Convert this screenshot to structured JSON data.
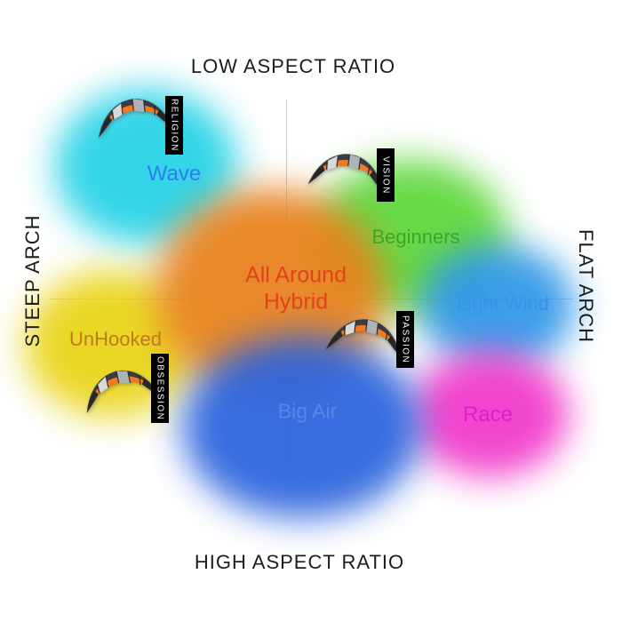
{
  "background": "#ffffff",
  "diagram": {
    "axis_top": "LOW ASPECT RATIO",
    "axis_bottom": "HIGH ASPECT RATIO",
    "axis_left": "STEEP ARCH",
    "axis_right": "FLAT ARCH",
    "axis_line_color": "#c9c9c9"
  },
  "regions": [
    {
      "label": "Wave",
      "text_color": "#2e7de9",
      "blob_color": "#24d2e6"
    },
    {
      "label": "Beginners",
      "text_color": "#3fa32a",
      "blob_color": "#5cd73a"
    },
    {
      "line1": "All Around",
      "line2": "Hybrid",
      "text_color": "#e2421c",
      "blob_color": "#e8811c"
    },
    {
      "label": "Light Wind",
      "text_color": "#3893ea",
      "blob_color": "#2f97e8"
    },
    {
      "label": "UnHooked",
      "text_color": "#bf7a1e",
      "blob_color": "#e9d415"
    },
    {
      "label": "Big Air",
      "text_color": "#5b84e8",
      "blob_color": "#2b63dd"
    },
    {
      "label": "Race",
      "text_color": "#df1ecb",
      "blob_color": "#f138ca"
    }
  ],
  "kites": [
    {
      "name": "RELIGION"
    },
    {
      "name": "VISION"
    },
    {
      "name": "PASSION"
    },
    {
      "name": "OBSESSION"
    }
  ],
  "kite_colors": {
    "canopy": "#3b3c42",
    "accent": "#f4791f",
    "tag_bg": "#000000",
    "tag_text": "#ffffff"
  }
}
